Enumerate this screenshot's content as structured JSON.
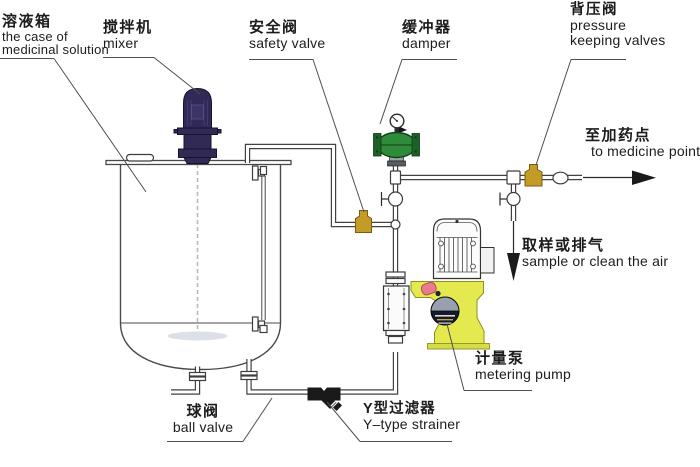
{
  "diagram": {
    "type": "piping-and-instrumentation-schematic",
    "subject": "chemical dosing / metering pump system",
    "labels": {
      "solution_tank": {
        "zh": "溶液箱",
        "en_line1": "the case of",
        "en_line2": "medicinal solution"
      },
      "mixer": {
        "zh": "搅拌机",
        "en": "mixer"
      },
      "safety_valve": {
        "zh": "安全阀",
        "en": "safety valve"
      },
      "damper": {
        "zh": "缓冲器",
        "en": "damper"
      },
      "pressure_keeping_valve": {
        "zh": "背压阀",
        "en_line1": "pressure",
        "en_line2": "keeping valves"
      },
      "to_medicine_point": {
        "zh": "至加药点",
        "en": "to medicine point"
      },
      "sample_or_clean_air": {
        "zh": "取样或排气",
        "en": "sample or clean the air"
      },
      "metering_pump": {
        "zh": "计量泵",
        "en": "metering pump"
      },
      "ball_valve": {
        "zh": "球阀",
        "en": "ball valve"
      },
      "y_type_strainer": {
        "zh": "Y型过滤器",
        "en": "Y–type strainer"
      }
    },
    "icons": [
      "tank-icon",
      "mixer-motor-icon",
      "pressure-gauge-icon",
      "damper-icon",
      "relief-valve-icon",
      "hand-valve-icon",
      "y-strainer-icon",
      "metering-pump-icon",
      "flow-arrow-icon",
      "sample-arrow-icon"
    ],
    "colors": {
      "valve_gold": "#c39b27",
      "valve_gold_dark": "#7a5c10",
      "damper_green": "#2e8b3a",
      "damper_dark": "#1c6127",
      "pump_yellow": "#e3e94f",
      "pump_knob_pink": "#e87c8a",
      "mixer_navy": "#312a57",
      "strainer_black": "#1a1a1a",
      "line_gray": "#424242"
    }
  }
}
